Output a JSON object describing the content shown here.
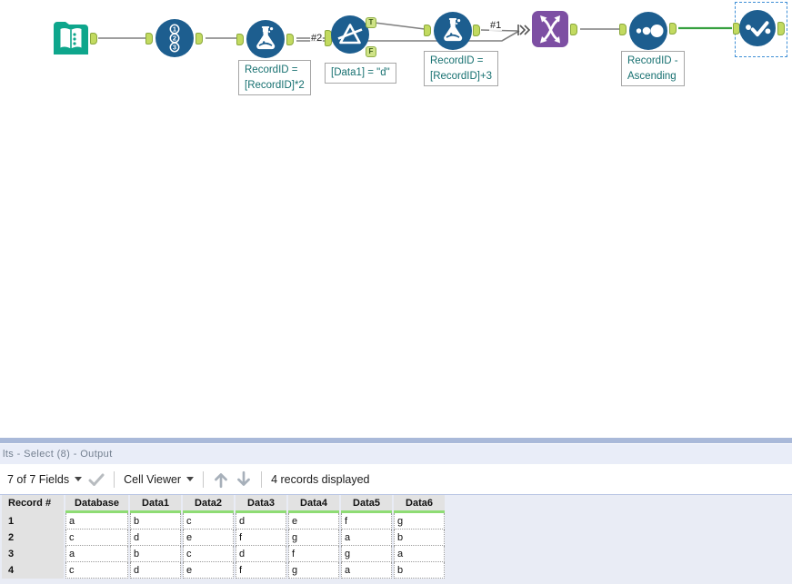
{
  "canvas": {
    "record_id_digits": [
      "1",
      "2",
      "3"
    ],
    "filter_true_label": "T",
    "filter_false_label": "F",
    "connection_labels": {
      "first": "#1",
      "second": "#2"
    },
    "annotations": {
      "formula1": {
        "line1": "RecordID =",
        "line2": "[RecordID]*2"
      },
      "filter": {
        "line1": "[Data1] = \"d\""
      },
      "formula2": {
        "line1": "RecordID =",
        "line2": "[RecordID]+3"
      },
      "sort": {
        "line1": "RecordID -",
        "line2": "Ascending"
      }
    },
    "colors": {
      "tool_blue": "#1d5e8f",
      "input_teal": "#0ea68c",
      "union_purple": "#7d4fa3",
      "anchor_green": "#c2da60",
      "wire_gray": "#7f7f7f",
      "wire_green": "#35a03f",
      "selection_blue": "#3f8fd6",
      "annotation_text": "#167070"
    }
  },
  "results": {
    "title": "lts - Select (8) - Output",
    "toolbar": {
      "fields_label": "7 of 7 Fields",
      "cell_viewer_label": "Cell Viewer",
      "records_label": "4 records displayed"
    },
    "table": {
      "columns": [
        "Record #",
        "Database",
        "Data1",
        "Data2",
        "Data3",
        "Data4",
        "Data5",
        "Data6"
      ],
      "rows": [
        {
          "record": "1",
          "values": [
            "a",
            "b",
            "c",
            "d",
            "e",
            "f",
            "g"
          ]
        },
        {
          "record": "2",
          "values": [
            "c",
            "d",
            "e",
            "f",
            "g",
            "a",
            "b"
          ]
        },
        {
          "record": "3",
          "values": [
            "a",
            "b",
            "c",
            "d",
            "f",
            "g",
            "a"
          ]
        },
        {
          "record": "4",
          "values": [
            "c",
            "d",
            "e",
            "f",
            "g",
            "a",
            "b"
          ]
        }
      ]
    },
    "colors": {
      "header_green_underline": "#8edc74",
      "pane_bg": "#e9ecf5",
      "topbar": "#a9b9d9",
      "header_bg": "#e9edf8"
    }
  }
}
